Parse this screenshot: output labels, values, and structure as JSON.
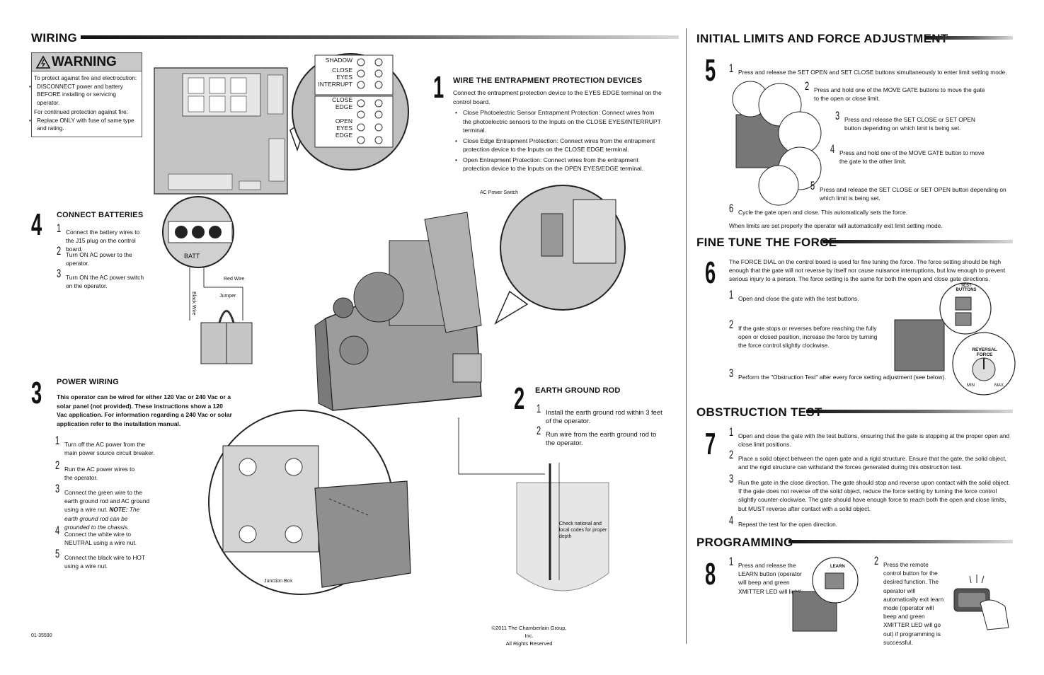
{
  "left": {
    "wiring": {
      "title": "WIRING",
      "warning": {
        "label": "WARNING",
        "line1": "To protect against fire and electrocution:",
        "bullet1": "DISCONNECT power and battery BEFORE installing or servicing operator.",
        "line2": "For continued protection against fire:",
        "bullet2": "Replace ONLY with fuse of same type and rating."
      }
    },
    "step1": {
      "num": "1",
      "title": "WIRE THE ENTRAPMENT PROTECTION DEVICES",
      "intro": "Connect the entrapment protection device to the EYES EDGE terminal on the control board.",
      "bullets": [
        "Close Photoelectric Sensor Entrapment Protection: Connect wires from the photoelectric sensors to the Inputs on the CLOSE EYES/INTERRUPT terminal.",
        "Close Edge Entrapment Protection: Connect wires from the entrapment protection device to the Inputs on the CLOSE EDGE terminal.",
        "Open Entrapment Protection: Connect wires from the entrapment protection device to the Inputs on the OPEN EYES/EDGE terminal."
      ]
    },
    "terminal_labels": [
      "SHADOW",
      "CLOSE",
      "EYES",
      "INTERRUPT",
      "CLOSE",
      "EDGE",
      "OPEN",
      "EYES",
      "EDGE"
    ],
    "step4": {
      "num": "4",
      "title": "CONNECT BATTERIES",
      "items": [
        {
          "n": "1",
          "text": "Connect the battery wires to the J15 plug on the control board."
        },
        {
          "n": "2",
          "text": "Turn ON AC power to the operator."
        },
        {
          "n": "3",
          "text": "Turn ON the AC power switch on the operator."
        }
      ]
    },
    "battery_labels": {
      "batt": "BATT",
      "red_wire": "Red Wire",
      "black_wire": "Black Wire",
      "jumper": "Jumper"
    },
    "step3": {
      "num": "3",
      "title": "POWER WIRING",
      "intro": "This operator can be wired for either 120 Vac or 240 Vac or a solar panel (not provided). These instructions show a 120 Vac application. For information regarding a 240 Vac or solar application refer to the installation manual.",
      "items": [
        {
          "n": "1",
          "text": "Turn off the AC power from the main power source circuit breaker."
        },
        {
          "n": "2",
          "text": "Run the AC power wires to the operator."
        },
        {
          "n": "3",
          "text": "Connect the green wire to the earth ground rod and AC ground using a wire nut.",
          "note_label": "NOTE:",
          "note": "The earth ground rod can be grounded to the chassis."
        },
        {
          "n": "4",
          "text": "Connect the white wire to NEUTRAL using a wire nut."
        },
        {
          "n": "5",
          "text": "Connect the black wire to HOT using a wire nut."
        }
      ]
    },
    "ac_power_switch": "AC Power Switch",
    "junction_box": "Junction Box",
    "step2": {
      "num": "2",
      "title": "EARTH GROUND ROD",
      "items": [
        {
          "n": "1",
          "text": "Install the earth ground rod within 3 feet of the operator."
        },
        {
          "n": "2",
          "text": "Run wire from the earth ground rod to the operator."
        }
      ]
    },
    "rod_note": "Check national and local codes for proper depth",
    "part_number": "01-35590",
    "copyright": "©2011 The Chamberlain Group, Inc.",
    "rights": "All Rights Reserved"
  },
  "right": {
    "limits": {
      "title": "INITIAL LIMITS AND FORCE ADJUSTMENT",
      "num": "5",
      "items": [
        {
          "n": "1",
          "text": "Press and release the SET OPEN and SET CLOSE buttons simultaneously to enter limit setting mode."
        },
        {
          "n": "2",
          "text": "Press and hold one of the MOVE GATE buttons to move the gate to the open or close limit."
        },
        {
          "n": "3",
          "text": "Press and release the SET CLOSE or SET OPEN button depending on which limit is being set."
        },
        {
          "n": "4",
          "text": "Press and hold one of the MOVE GATE button to move the gate to the other limit."
        },
        {
          "n": "5",
          "text": "Press and release the SET CLOSE or SET OPEN button depending on which limit is being set."
        },
        {
          "n": "6",
          "text": "Cycle the gate open and close. This automatically sets the force."
        }
      ],
      "footer": "When limits are set properly the operator will automatically exit limit setting mode."
    },
    "force": {
      "title": "FINE TUNE THE FORCE",
      "num": "6",
      "intro": "The FORCE DIAL on the control board is used for fine tuning the force. The force setting should be high enough that the gate will not reverse by itself nor cause nuisance interruptions, but low enough to prevent serious injury to a person. The force setting is the same for both the open and close gate directions.",
      "items": [
        {
          "n": "1",
          "text": "Open and close the gate with the test buttons."
        },
        {
          "n": "2",
          "text": "If the gate stops or reverses before reaching the fully open or closed position, increase the force by turning the force control slightly clockwise."
        },
        {
          "n": "3",
          "text": "Perform the \"Obstruction Test\" after every force setting adjustment (see below)."
        }
      ],
      "labels": {
        "test_buttons": "TEST BUTTONS",
        "reversal_force": "REVERSAL FORCE",
        "min": "MIN",
        "max": "MAX"
      }
    },
    "obstruction": {
      "title": "OBSTRUCTION TEST",
      "num": "7",
      "items": [
        {
          "n": "1",
          "text": "Open and close the gate with the test buttons, ensuring that the gate is stopping at the proper open and close limit positions."
        },
        {
          "n": "2",
          "text": "Place a solid object between the open gate and a rigid structure. Ensure that the gate, the solid object, and the rigid structure can withstand the forces generated during this obstruction test."
        },
        {
          "n": "3",
          "text": "Run the gate in the close direction. The gate should stop and reverse upon contact with the solid object. If the gate does not reverse off the solid object, reduce the force setting by turning the force control slightly counter-clockwise. The gate should have enough force to reach both the open and close limits, but MUST reverse after contact with a solid object."
        },
        {
          "n": "4",
          "text": "Repeat the test for the open direction."
        }
      ]
    },
    "programming": {
      "title": "PROGRAMMING",
      "num": "8",
      "items": [
        {
          "n": "1",
          "text": "Press and release the LEARN button (operator will beep and green XMITTER LED will light)."
        },
        {
          "n": "2",
          "text": "Press the remote control button for the desired function. The operator will automatically exit learn mode (operator will beep and green XMITTER LED will go out) if programming is successful."
        }
      ],
      "learn_label": "LEARN"
    }
  }
}
